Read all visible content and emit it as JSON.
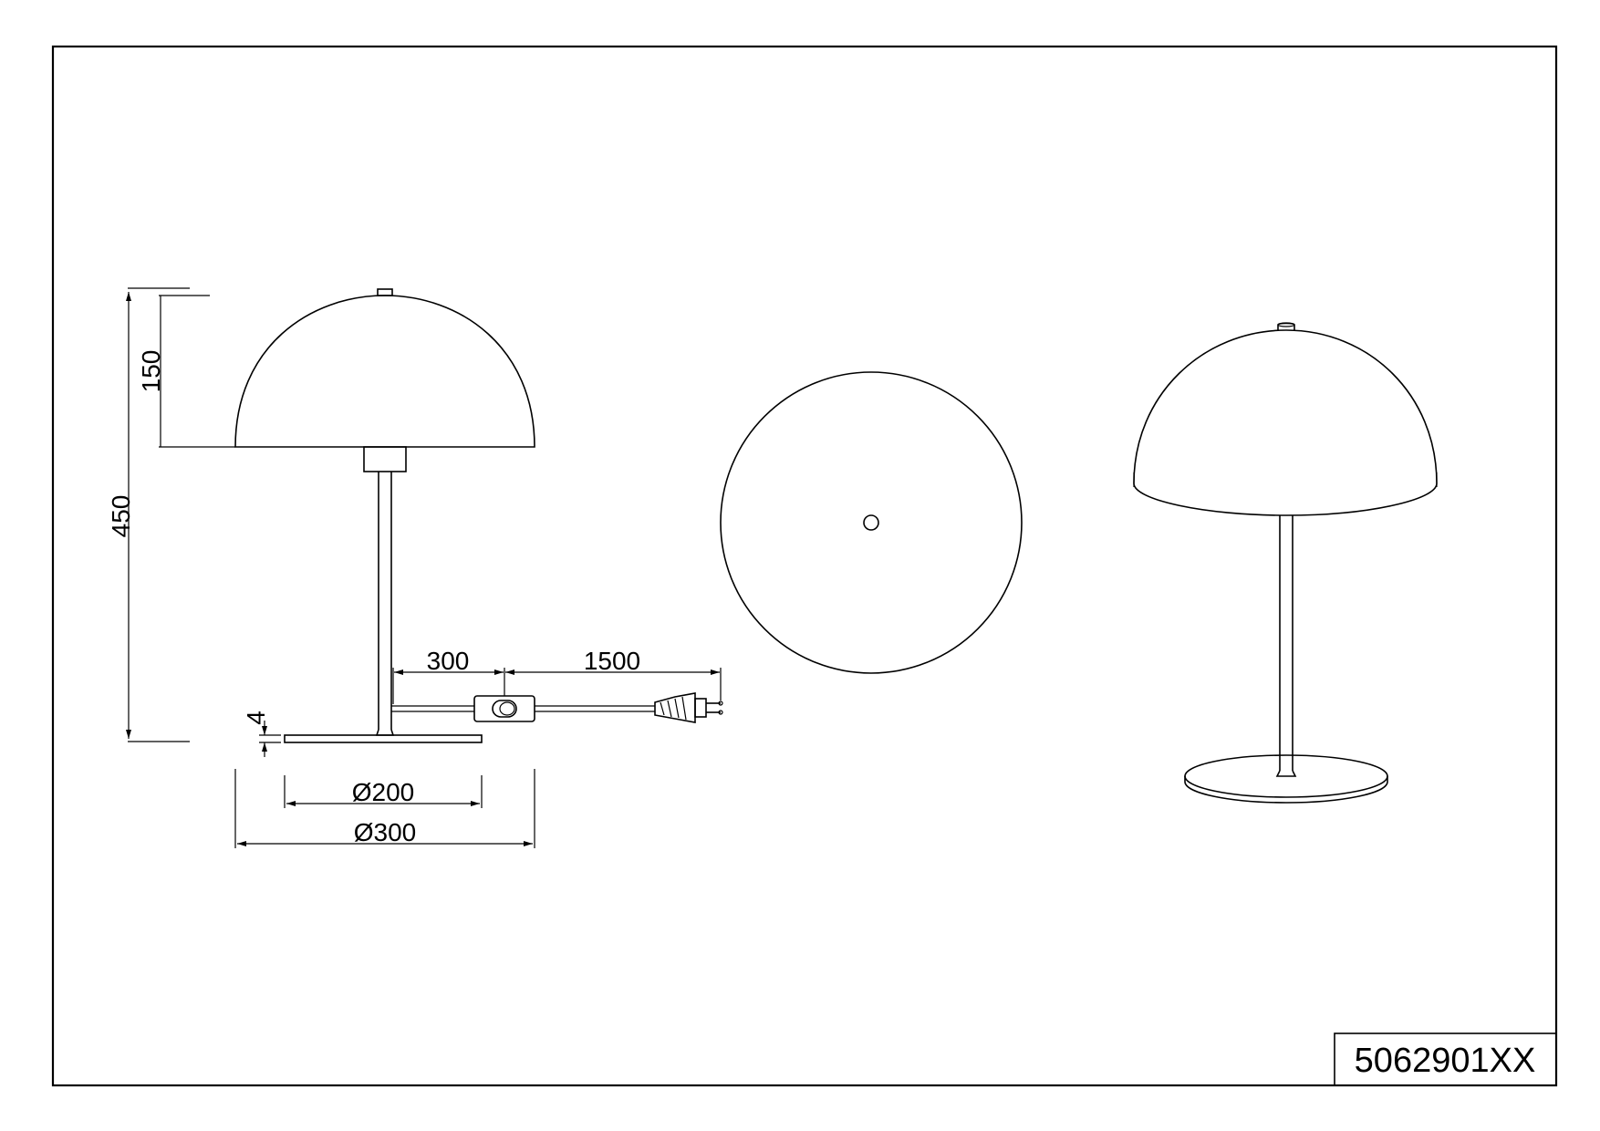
{
  "product_code": "5062901XX",
  "dimensions": {
    "total_height": "450",
    "shade_height": "150",
    "base_thickness": "4",
    "switch_distance": "300",
    "cable_length": "1500",
    "base_diameter": "Ø200",
    "shade_diameter": "Ø300"
  }
}
